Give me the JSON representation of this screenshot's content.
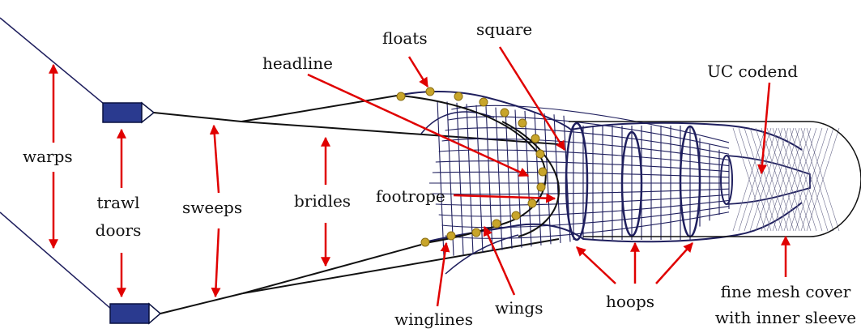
{
  "colors": {
    "net": "#1f1f5e",
    "line": "#111111",
    "door_fill": "#2a3a8f",
    "door_stroke": "#0b1240",
    "float": "#c8a52a",
    "float_stroke": "#8a6d10",
    "arrow": "#e00000"
  },
  "labels": {
    "floats": "floats",
    "square": "square",
    "headline": "headline",
    "uc_codend": "UC codend",
    "warps": "warps",
    "trawl": "trawl",
    "doors": "doors",
    "sweeps": "sweeps",
    "bridles": "bridles",
    "footrope": "footrope",
    "winglines": "winglines",
    "wings": "wings",
    "hoops": "hoops",
    "fine_mesh_cover": "fine mesh cover",
    "with_inner_sleeve": "with inner sleeve"
  }
}
